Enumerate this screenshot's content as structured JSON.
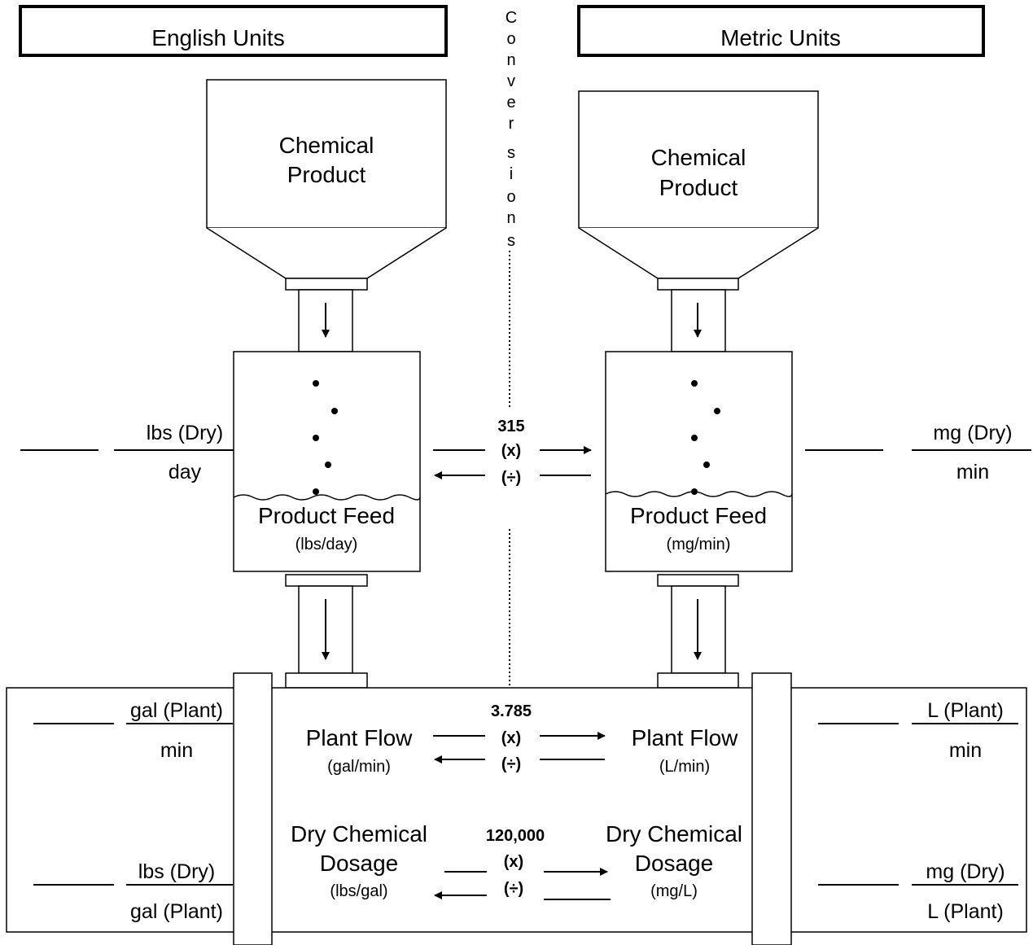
{
  "headers": {
    "english": "English Units",
    "metric": "Metric Units",
    "conversions_letters": [
      "C",
      "o",
      "n",
      "v",
      "e",
      "r",
      "s",
      "i",
      "o",
      "n",
      "s"
    ]
  },
  "english": {
    "hopper_line1": "Chemical",
    "hopper_line2": "Product",
    "feed_title": "Product Feed",
    "feed_units": "(lbs/day)",
    "feed_numerator": "lbs (Dry)",
    "feed_denominator": "day",
    "flow_numerator": "gal (Plant)",
    "flow_denominator": "min",
    "dose_numerator": "lbs (Dry)",
    "dose_denominator": "gal (Plant)",
    "plant_flow_title": "Plant Flow",
    "plant_flow_units": "(gal/min)",
    "dosage_line1": "Dry Chemical",
    "dosage_line2": "Dosage",
    "dosage_units": "(lbs/gal)"
  },
  "metric": {
    "hopper_line1": "Chemical",
    "hopper_line2": "Product",
    "feed_title": "Product Feed",
    "feed_units": "(mg/min)",
    "feed_numerator": "mg (Dry)",
    "feed_denominator": "min",
    "flow_numerator": "L (Plant)",
    "flow_denominator": "min",
    "dose_numerator": "mg (Dry)",
    "dose_denominator": "L (Plant)",
    "plant_flow_title": "Plant Flow",
    "plant_flow_units": "(L/min)",
    "dosage_line1": "Dry Chemical",
    "dosage_line2": "Dosage",
    "dosage_units": "(mg/L)"
  },
  "conversions": {
    "feed_factor": "315",
    "flow_factor": "3.785",
    "dose_factor": "120,000",
    "multiply": "(x)",
    "divide": "(÷)"
  }
}
